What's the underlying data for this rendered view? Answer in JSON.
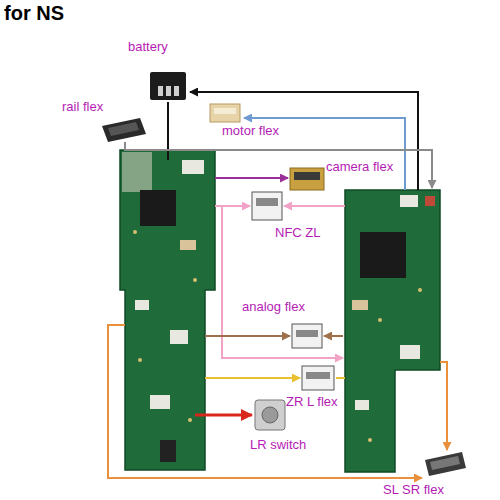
{
  "diagram": {
    "title": "for NS",
    "labels": [
      "battery",
      "rail flex",
      "motor flex",
      "camera flex",
      "NFC ZL",
      "analog flex",
      "ZR L flex",
      "LR switch",
      "SL SR flex"
    ]
  }
}
